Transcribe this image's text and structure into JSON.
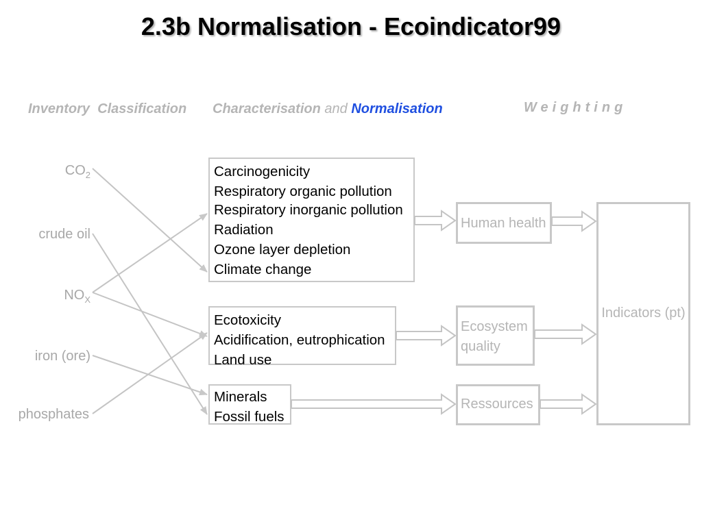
{
  "title": "2.3b Normalisation - Ecoindicator99",
  "stages": {
    "inventory": "Inventory",
    "classification": "Classification",
    "characterisation": "Characterisation",
    "and": "and",
    "normalisation": "Normalisation",
    "weighting": "Weighting"
  },
  "inventory_items": {
    "co2": {
      "base": "CO",
      "sub": "2"
    },
    "crude_oil": "crude oil",
    "nox": {
      "base": "NO",
      "sub": "X"
    },
    "iron_ore": "iron (ore)",
    "phosphates": "phosphates"
  },
  "categories": {
    "health": [
      "Carcinogenicity",
      "Respiratory organic pollution",
      "Respiratory inorganic pollution",
      "Radiation",
      "Ozone layer depletion",
      "Climate change"
    ],
    "ecosystem": [
      "Ecotoxicity",
      "Acidification, eutrophication",
      "Land use"
    ],
    "resources": [
      "Minerals",
      "Fossil fuels"
    ]
  },
  "damage": {
    "human_health": "Human health",
    "ecosystem_quality": [
      "Ecosystem",
      "quality"
    ],
    "ressources": "Ressources"
  },
  "indicators": "Indicators (pt)",
  "colors": {
    "muted": "#b5b5b5",
    "highlight": "#1f4fe0",
    "border": "#c8c8c8"
  }
}
